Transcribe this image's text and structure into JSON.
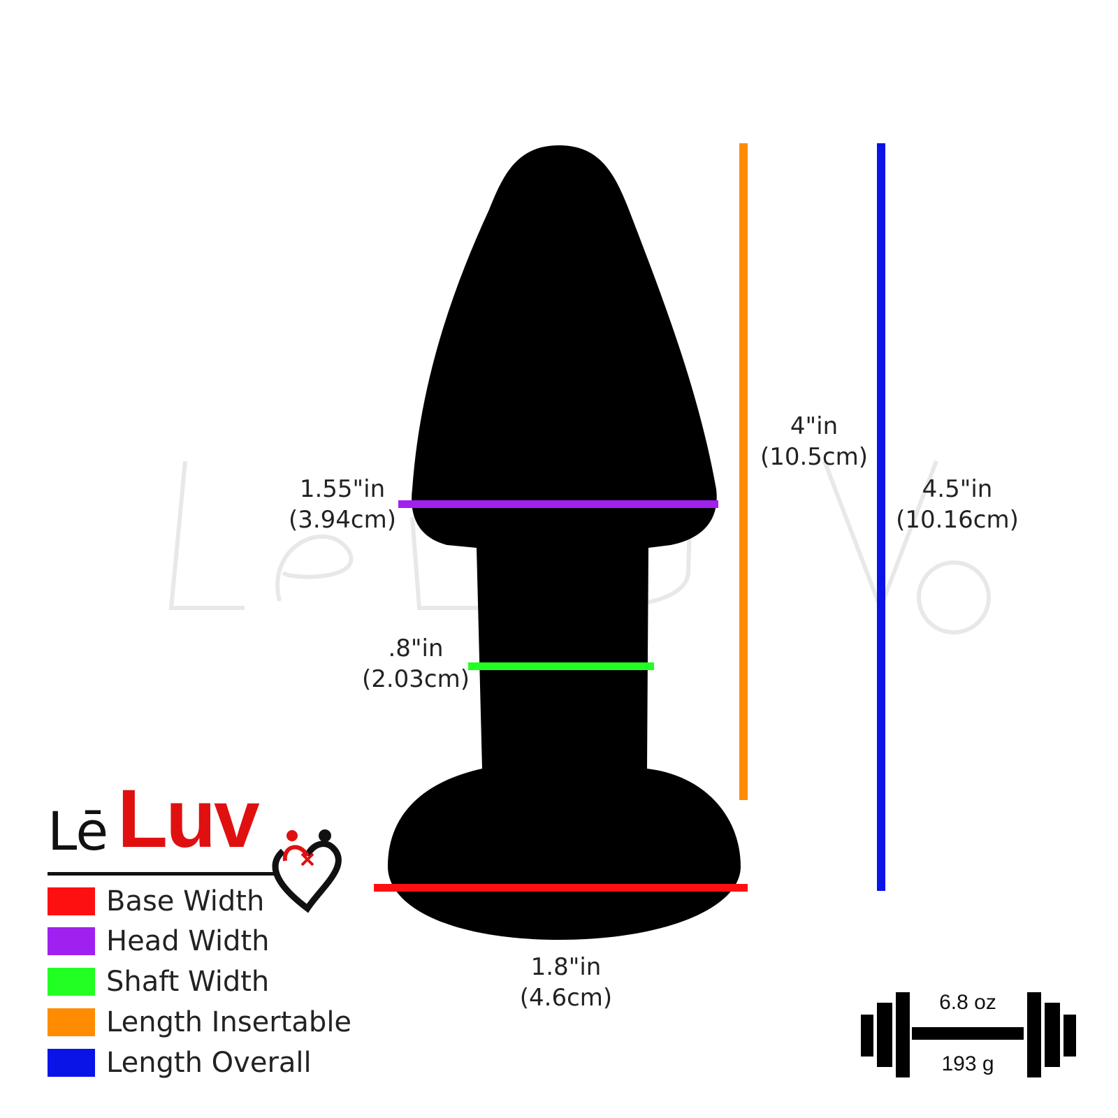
{
  "brand": {
    "name_prefix": "Lē",
    "name_main": "Luv",
    "watermark": "LēLUV®"
  },
  "measurements": {
    "head_width": {
      "in": "1.55\"in",
      "cm": "(3.94cm)",
      "color": "#a020f0"
    },
    "shaft_width": {
      "in": ".8\"in",
      "cm": "(2.03cm)",
      "color": "#22ff22"
    },
    "base_width": {
      "in": "1.8\"in",
      "cm": "(4.6cm)",
      "color": "#ff1010"
    },
    "length_insertable": {
      "in": "4\"in",
      "cm": "(10.5cm)",
      "color": "#ff8c00"
    },
    "length_overall": {
      "in": "4.5\"in",
      "cm": "(10.16cm)",
      "color": "#0a14e6"
    }
  },
  "legend": [
    {
      "label": "Base Width",
      "color": "#ff1010"
    },
    {
      "label": "Head Width",
      "color": "#a020f0"
    },
    {
      "label": "Shaft Width",
      "color": "#22ff22"
    },
    {
      "label": "Length Insertable",
      "color": "#ff8c00"
    },
    {
      "label": "Length Overall",
      "color": "#0a14e6"
    }
  ],
  "weight": {
    "imperial": "6.8 oz",
    "metric": "193 g",
    "icon": "dumbbell-icon"
  },
  "colors": {
    "product": "#000000",
    "brand_red": "#e01010"
  }
}
